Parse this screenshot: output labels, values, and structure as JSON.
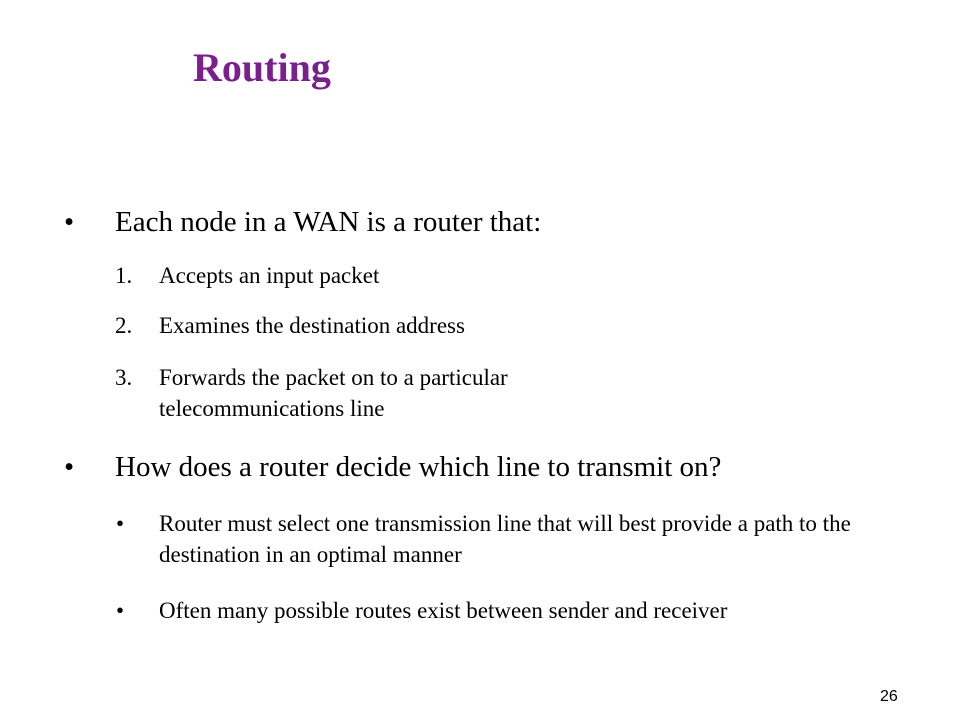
{
  "slide": {
    "title": "Routing",
    "page_number": "26",
    "colors": {
      "title": "#7b1f8e",
      "body_text": "#000000",
      "background": "#ffffff"
    },
    "bullet_glyph": "•",
    "points": [
      {
        "text": "Each node in a WAN is a router that:",
        "subitems": [
          {
            "marker": "1.",
            "text": "Accepts an input packet"
          },
          {
            "marker": "2.",
            "text": "Examines the destination address"
          },
          {
            "marker": "3.",
            "text": "Forwards the packet on to a particular telecommunications line"
          }
        ]
      },
      {
        "text": "How does a router decide which line to transmit on?",
        "subitems": [
          {
            "marker": "•",
            "text": "Router must select one transmission line that will best provide a path to the destination in an optimal manner"
          },
          {
            "marker": "•",
            "text": "Often many possible routes exist between sender and receiver"
          }
        ]
      }
    ]
  }
}
